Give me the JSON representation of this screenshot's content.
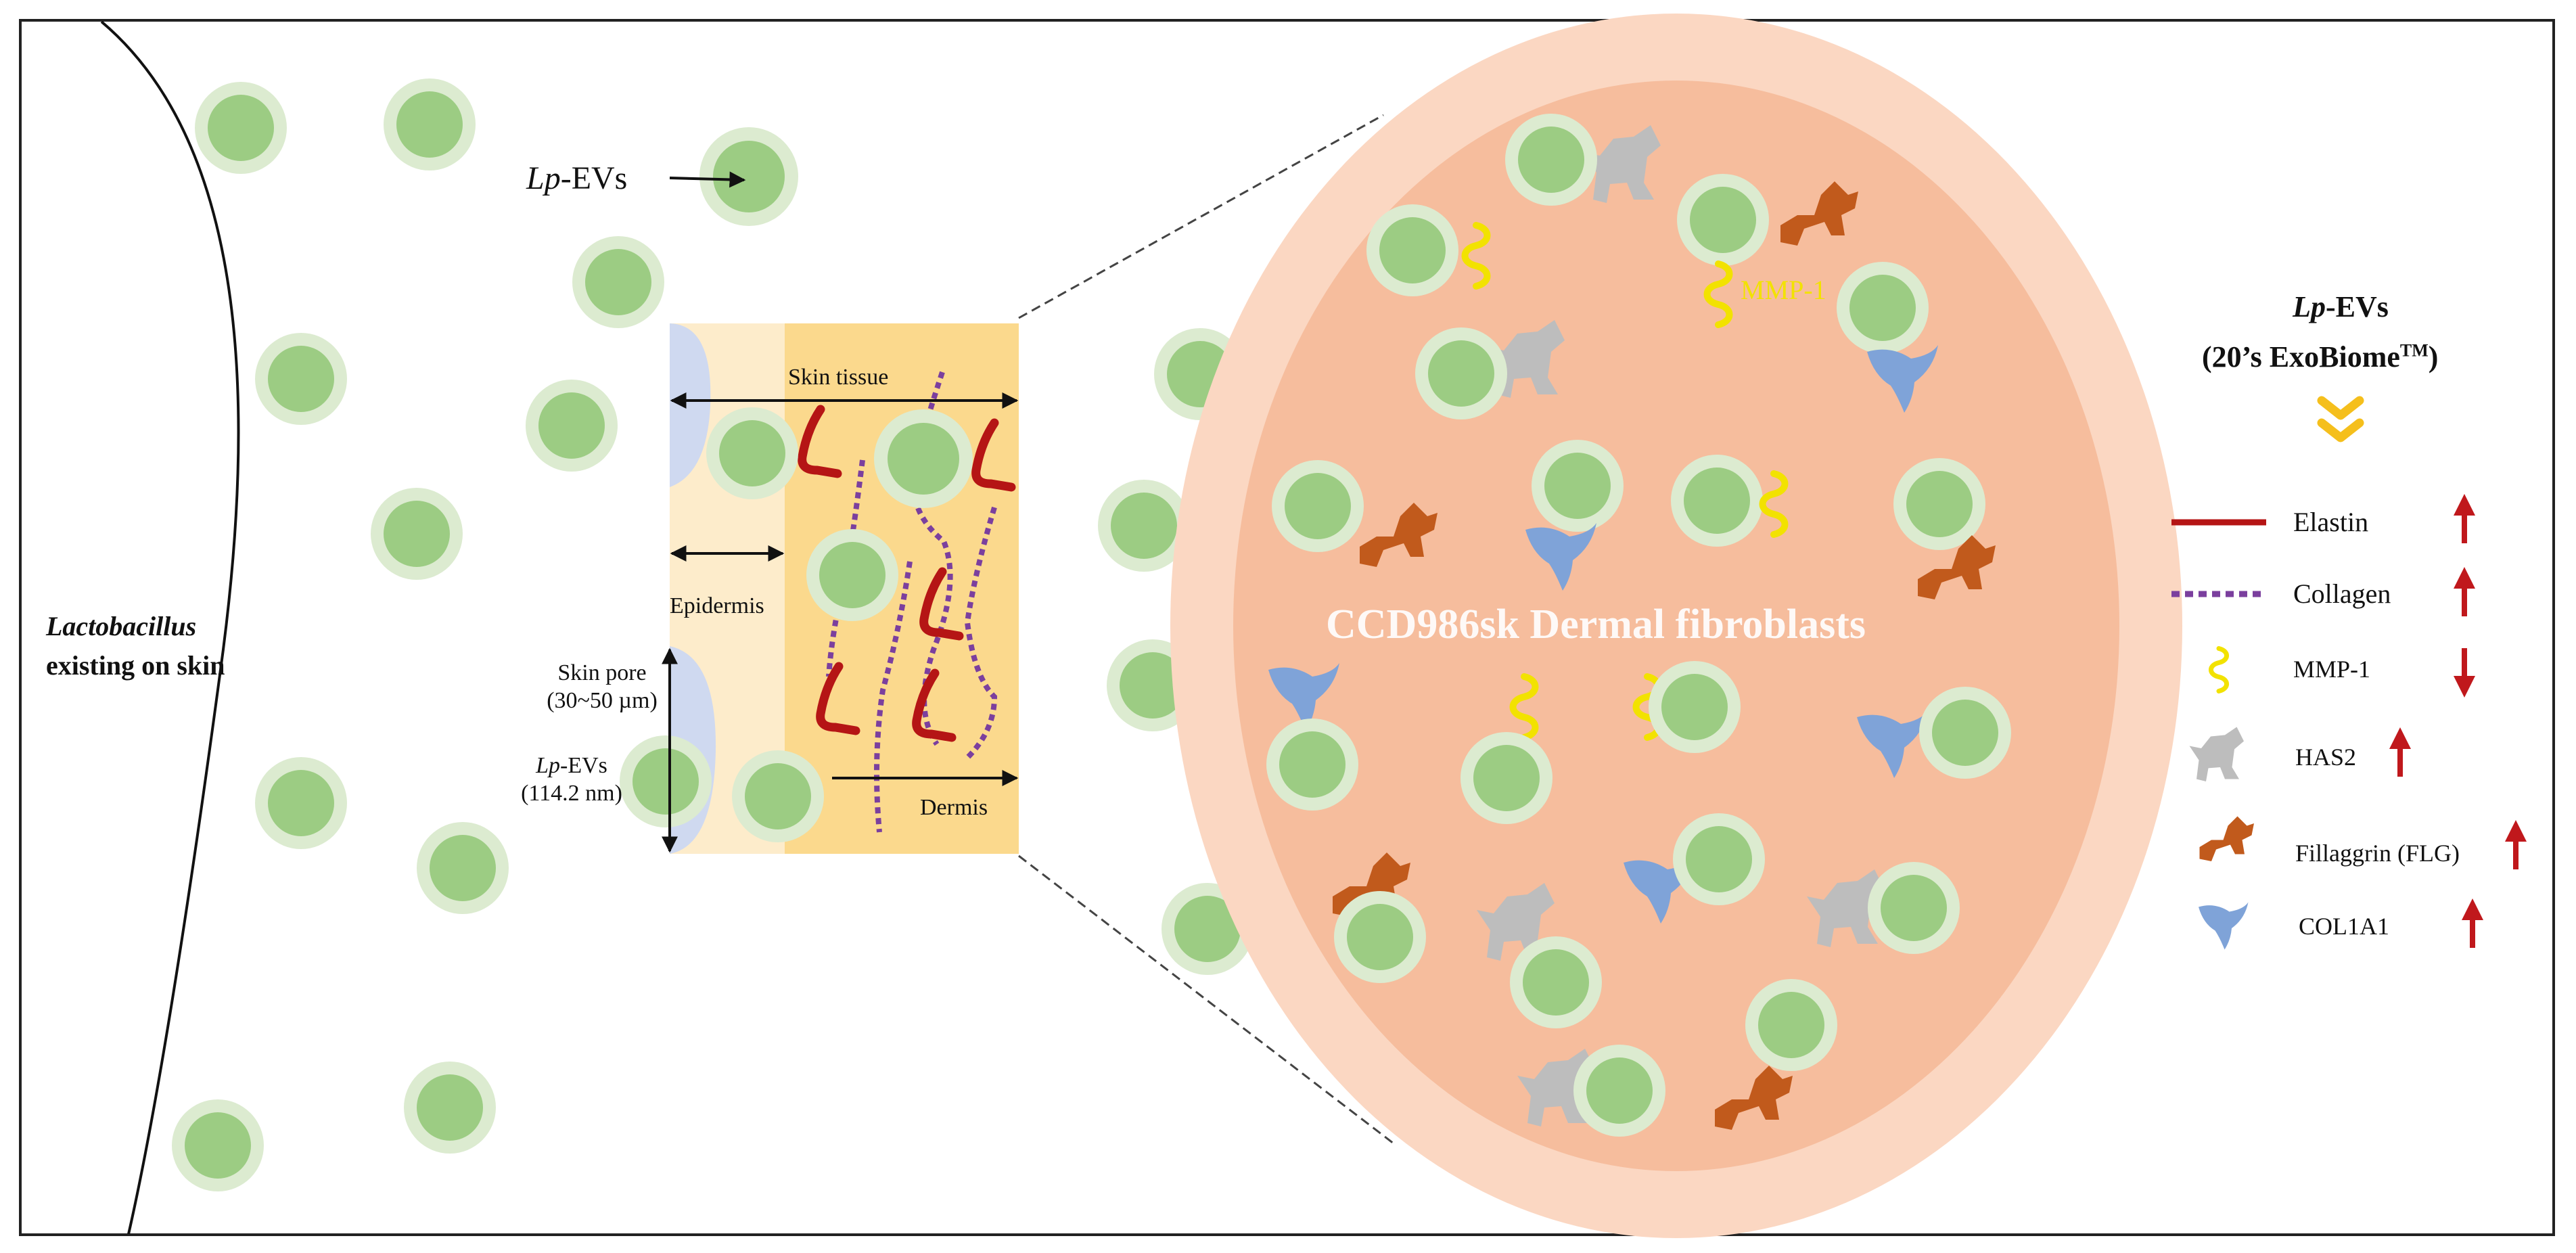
{
  "left_panel": {
    "organism_name": "Lactobacillus",
    "organism_suffix": "existing on skin",
    "ev_label_italic": "Lp",
    "ev_label_suffix": "-EVs"
  },
  "skin_panel": {
    "tissue_label": "Skin tissue",
    "epidermis_label": "Epidermis",
    "pore_label_line1": "Skin pore",
    "pore_label_line2": "(30~50 µm)",
    "ev_size_italic": "Lp",
    "ev_size_suffix": "-EVs",
    "ev_size_value": "(114.2 nm)",
    "dermis_label": "Dermis"
  },
  "magnified_panel": {
    "cell_type_label": "CCD986sk Dermal fibroblasts",
    "mmp_label": "MMP-1"
  },
  "legend": {
    "title_italic": "Lp",
    "title_suffix": "-EVs",
    "subtitle_prefix": "(20’s ExoBiome",
    "subtitle_tm": "TM",
    "subtitle_suffix": ")",
    "items": [
      {
        "label": "Elastin",
        "direction": "up"
      },
      {
        "label": "Collagen",
        "direction": "up"
      },
      {
        "label": "MMP-1",
        "direction": "down"
      },
      {
        "label": "HAS2",
        "direction": "up"
      },
      {
        "label": "Fillaggrin (FLG)",
        "direction": "up"
      },
      {
        "label": "COL1A1",
        "direction": "up"
      }
    ]
  },
  "colors": {
    "ev_outer": "#dcebd0",
    "ev_inner": "#9ccc83",
    "skin_tissue": "#fbd98d",
    "epidermis": "#fdeccb",
    "pore": "#cfd9f0",
    "ellipse_outer": "#fbd7c2",
    "ellipse_inner": "#f6bd9d",
    "elastin": "#b51515",
    "collagen": "#7b3f9e",
    "mmp1": "#f2e200",
    "has2": "#bdbdbd",
    "flg": "#c15a1c",
    "col1a1": "#7fa3d8",
    "arrow_red": "#c0181c",
    "chevron": "#f5bf1c"
  }
}
